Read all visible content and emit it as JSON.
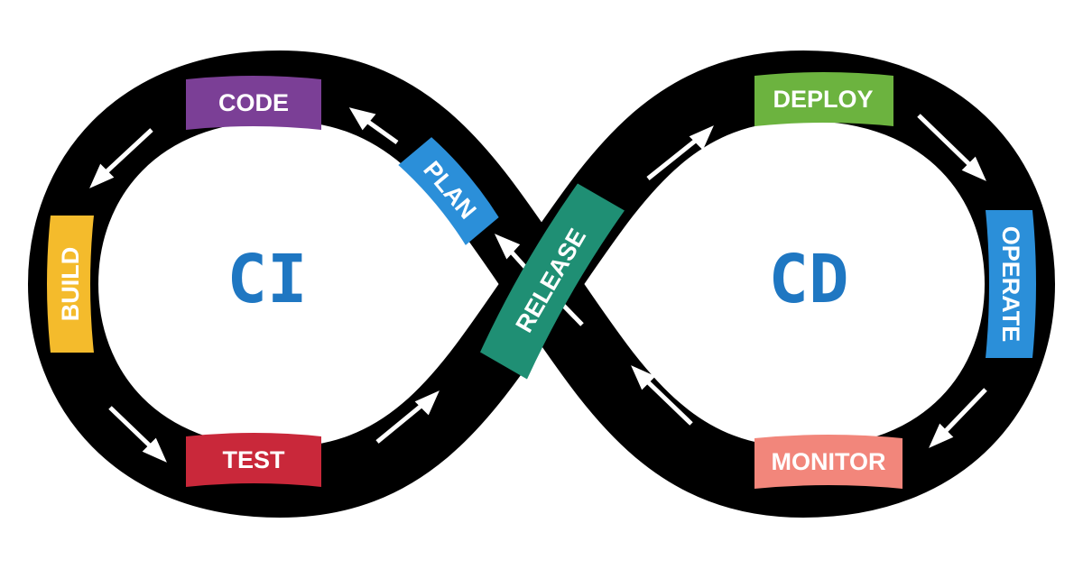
{
  "diagram": {
    "loops": {
      "left": "CI",
      "right": "CD"
    },
    "stages": {
      "code": {
        "label": "CODE",
        "color": "#7b3f96"
      },
      "plan": {
        "label": "PLAN",
        "color": "#2b8fd9"
      },
      "build": {
        "label": "BUILD",
        "color": "#f4bb2c"
      },
      "test": {
        "label": "TEST",
        "color": "#c9283a"
      },
      "release": {
        "label": "RELEASE",
        "color": "#1f8f74"
      },
      "deploy": {
        "label": "DEPLOY",
        "color": "#6cb33f"
      },
      "operate": {
        "label": "OPERATE",
        "color": "#2b8fd9"
      },
      "monitor": {
        "label": "MONITOR",
        "color": "#f2867b"
      }
    },
    "colors": {
      "road": "#000000",
      "arrow": "#ffffff",
      "loop_text": "#1f77c2"
    }
  }
}
